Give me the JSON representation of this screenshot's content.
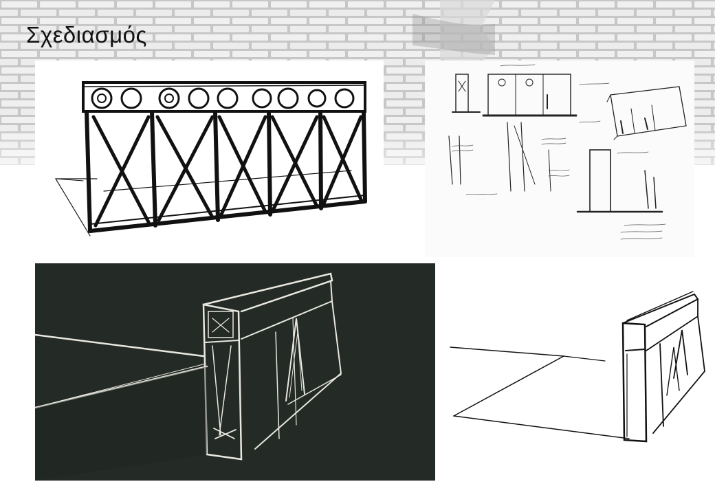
{
  "slide": {
    "title": "Σχεδιασμός"
  },
  "colors": {
    "brick_wall_base": "#c9c9c9",
    "brick_face": "#efefef",
    "chalkboard": "#242a25",
    "ink": "#111111",
    "chalk": "#e8e8e0"
  },
  "images": [
    {
      "icon": "lattice-fence-sketch"
    },
    {
      "icon": "annotated-concept-sketches"
    },
    {
      "icon": "chalk-wall-sketch"
    },
    {
      "icon": "ink-wall-sketch"
    }
  ]
}
